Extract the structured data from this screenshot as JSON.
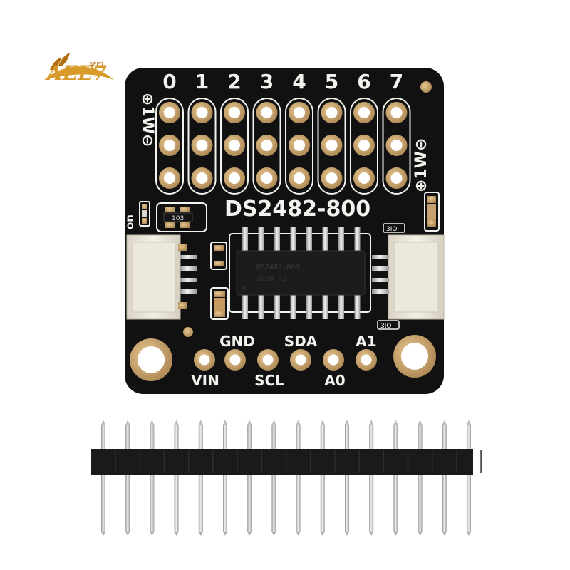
{
  "logo": {
    "text": "AEE7",
    "small_text": "AEE7",
    "colors": {
      "gold": "#d79a2b",
      "dark_gold": "#b36f12"
    }
  },
  "board": {
    "title": "DS2482-800",
    "channels": [
      "0",
      "1",
      "2",
      "3",
      "4",
      "5",
      "6",
      "7"
    ],
    "side_label_left": "⊕1W⊖",
    "side_label_right": "⊕1W⊖",
    "led_label": "on",
    "resistor_code": "103",
    "connector_label_left": "",
    "connector_label_right_top": "3IO",
    "connector_label_right_bottom": "3IO",
    "bottom_pins_top_row": [
      "GND",
      "SDA",
      "A1"
    ],
    "bottom_pins_bottom_row": [
      "VIN",
      "SCL",
      "A0"
    ],
    "colors": {
      "pcb": "#111111",
      "silkscreen": "#f2f2ee",
      "gold": "#c9a36a",
      "gold_dark": "#8a6a3a",
      "connector": "#e9e4d7",
      "ic": "#1c1c1c"
    }
  },
  "header_pins": {
    "count": 16,
    "colors": {
      "plastic": "#1a1a1a",
      "metal": "#c8c8c8"
    }
  }
}
